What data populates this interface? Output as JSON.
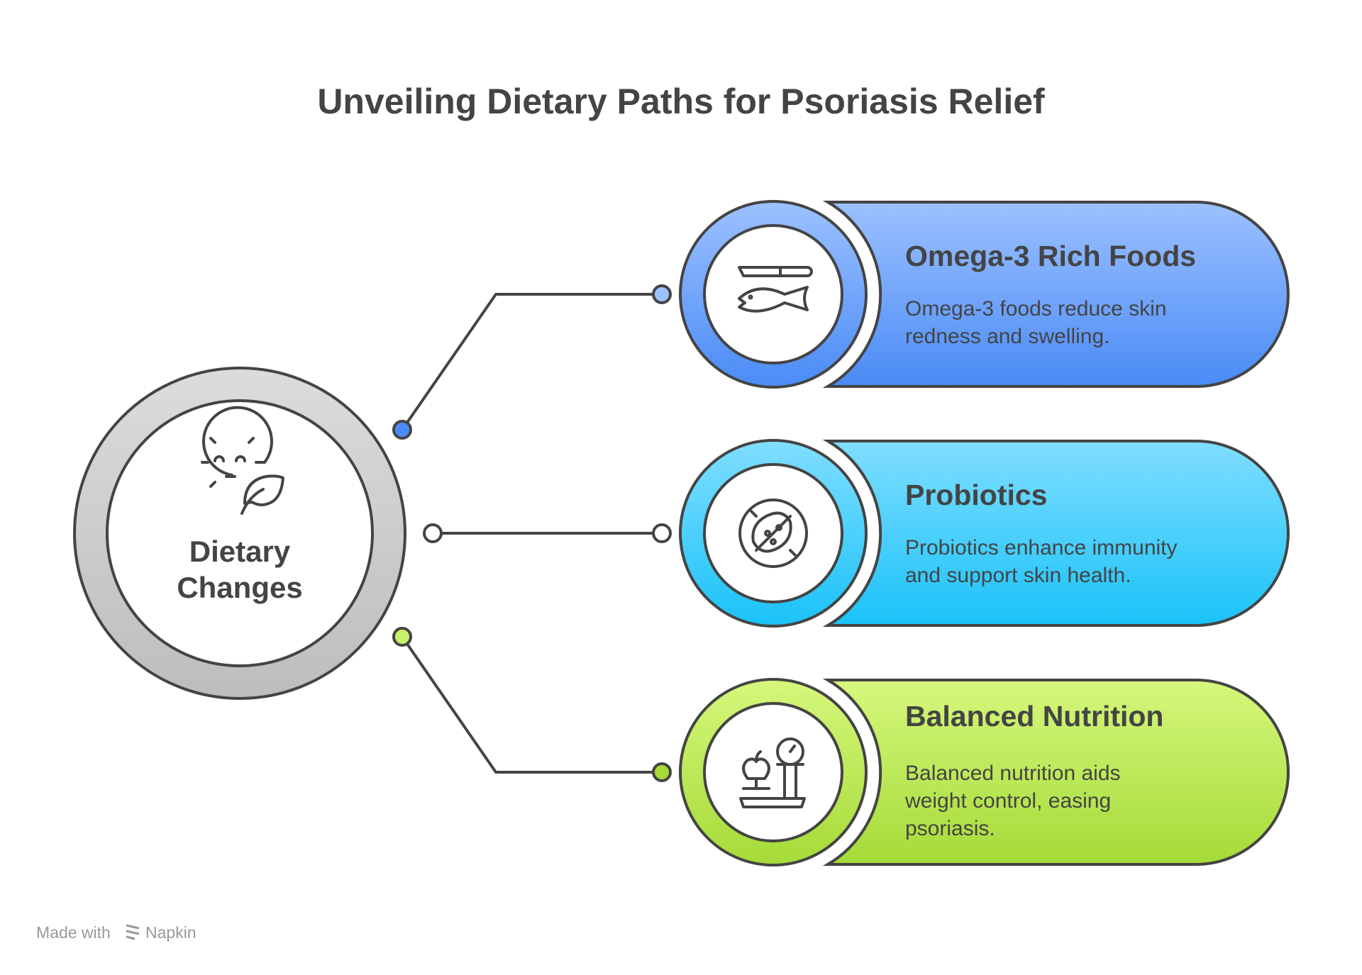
{
  "title": "Unveiling Dietary Paths for Psoriasis Relief",
  "center": {
    "line1": "Dietary",
    "line2": "Changes",
    "icon": "face-leaf-icon"
  },
  "items": [
    {
      "title": "Omega-3 Rich Foods",
      "desc": [
        "Omega-3 foods reduce skin",
        "redness and swelling."
      ],
      "icon": "fish-icon",
      "colors": [
        "#9CC1FF",
        "#4A8BF6"
      ]
    },
    {
      "title": "Probiotics",
      "desc": [
        "Probiotics enhance immunity",
        "and support skin health."
      ],
      "icon": "bacteria-icon",
      "colors": [
        "#80DEFF",
        "#1AC2F8"
      ]
    },
    {
      "title": "Balanced Nutrition",
      "desc": [
        "Balanced nutrition aids",
        "weight control, easing",
        "psoriasis."
      ],
      "icon": "scale-apple-icon",
      "colors": [
        "#D6F77C",
        "#A5DB38"
      ]
    }
  ],
  "footer": {
    "made_with": "Made with",
    "brand": "Napkin"
  }
}
